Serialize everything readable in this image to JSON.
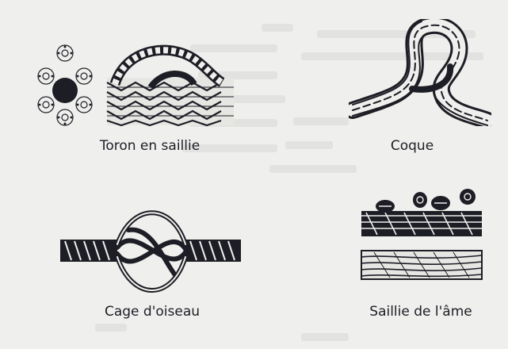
{
  "figures": {
    "strand_protrusion": {
      "caption": "Toron en saillie",
      "icon": "wire-rope-strand-protrusion"
    },
    "kink": {
      "caption": "Coque",
      "icon": "wire-rope-kink"
    },
    "birdcage": {
      "caption": "Cage d'oiseau",
      "icon": "wire-rope-birdcage"
    },
    "core_protrusion": {
      "caption": "Saillie de l'âme",
      "icon": "wire-rope-core-protrusion"
    }
  },
  "colors": {
    "ink": "#1d1d25",
    "paper": "#efefed"
  }
}
